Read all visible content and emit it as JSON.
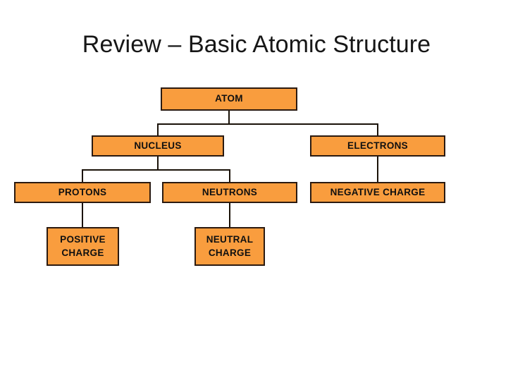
{
  "slide": {
    "title": "Review – Basic Atomic Structure",
    "background_color": "#FFFFFF",
    "title_color": "#161616"
  },
  "theme": {
    "node_fill": "#F99D3E",
    "node_border": "#2B1A10",
    "node_text": "#101010",
    "connector_color": "#1A1208"
  },
  "diagram": {
    "type": "hierarchy-tree",
    "nodes": {
      "atom": {
        "label": "ATOM",
        "level": 0
      },
      "nucleus": {
        "label": "NUCLEUS",
        "level": 1
      },
      "electrons": {
        "label": "ELECTRONS",
        "level": 1
      },
      "protons": {
        "label": "PROTONS",
        "level": 2
      },
      "neutrons": {
        "label": "NEUTRONS",
        "level": 2
      },
      "negative_charge": {
        "label": "NEGATIVE CHARGE",
        "level": 2
      },
      "positive_charge": {
        "label": "POSITIVE\nCHARGE",
        "level": 3
      },
      "neutral_charge": {
        "label": "NEUTRAL\nCHARGE",
        "level": 3
      }
    },
    "edges": [
      {
        "from": "atom",
        "to": "nucleus"
      },
      {
        "from": "atom",
        "to": "electrons"
      },
      {
        "from": "nucleus",
        "to": "protons"
      },
      {
        "from": "nucleus",
        "to": "neutrons"
      },
      {
        "from": "electrons",
        "to": "negative_charge"
      },
      {
        "from": "protons",
        "to": "positive_charge"
      },
      {
        "from": "neutrons",
        "to": "neutral_charge"
      }
    ]
  }
}
